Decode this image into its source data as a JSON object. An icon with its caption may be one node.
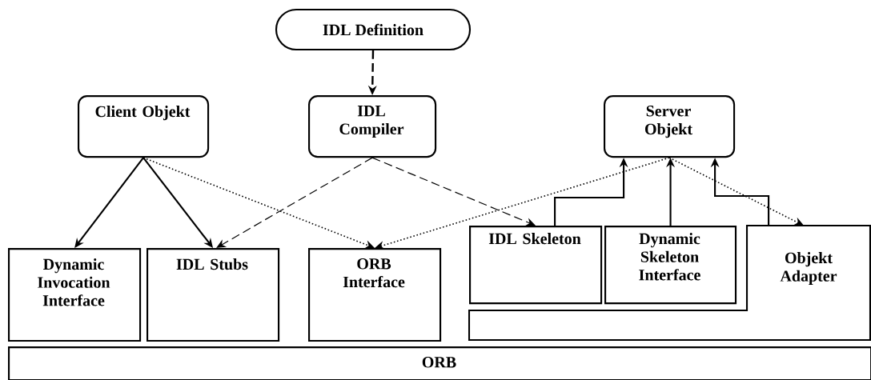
{
  "diagram": {
    "nodes": [
      {
        "text": [
          "IDL Definition"
        ]
      },
      {
        "text": [
          "Client Objekt"
        ]
      },
      {
        "text": [
          "IDL Compiler"
        ]
      },
      {
        "text": [
          "Server Objekt"
        ]
      },
      {
        "text": [
          "Dynamic Invocation Interface"
        ]
      },
      {
        "text": [
          "IDL Stubs"
        ]
      },
      {
        "text": [
          "ORB Interface"
        ]
      },
      {
        "text": [
          "IDL Skeleton"
        ]
      },
      {
        "text": [
          "Dynamic Skeleton Interface"
        ]
      },
      {
        "text": [
          "Objekt Adapter"
        ]
      },
      {
        "text": [
          "ORB"
        ]
      }
    ],
    "edges": [
      {
        "from": 0,
        "to": 2,
        "arrow": "to",
        "style": "dashed"
      },
      {
        "from": 1,
        "to": 4,
        "arrow": "to"
      },
      {
        "from": 1,
        "to": 5,
        "arrow": "to"
      },
      {
        "from": 1,
        "to": 6,
        "arrow": "to",
        "style": "dashed"
      },
      {
        "from": 2,
        "to": 5,
        "arrow": "to",
        "style": "dashed"
      },
      {
        "from": 2,
        "to": 7,
        "arrow": "to",
        "style": "dashed"
      },
      {
        "from": 3,
        "to": 6,
        "arrow": "to",
        "style": "dashed"
      },
      {
        "from": 3,
        "to": 9,
        "arrow": "to",
        "style": "dashed"
      },
      {
        "from": 7,
        "to": 3,
        "arrow": "to"
      },
      {
        "from": 8,
        "to": 3,
        "arrow": "to"
      },
      {
        "from": 9,
        "to": 3,
        "arrow": "to"
      }
    ]
  }
}
